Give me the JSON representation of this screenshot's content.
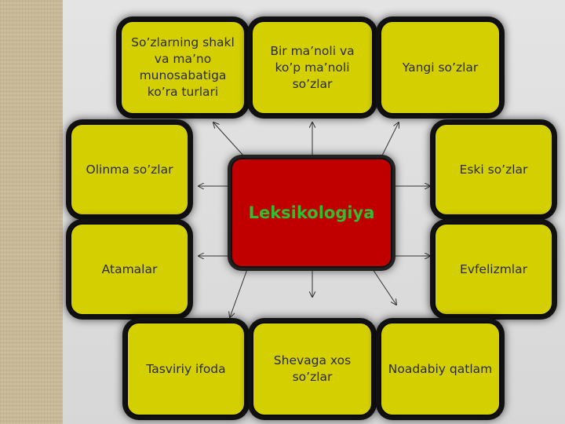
{
  "diagram": {
    "center": "Leksikologiya",
    "nodes": [
      "So’zlarning shakl va ma’no munosabatiga ko’ra turlari",
      "Bir ma’noli va ko’p ma’noli so’zlar",
      "Yangi so’zlar",
      "Olinma so’zlar",
      "Eski so’zlar",
      "Atamalar",
      "Evfelizmlar",
      "Tasviriy ifoda",
      "Shevaga xos so’zlar",
      "Noadabiy qatlam"
    ]
  },
  "colors": {
    "node_fill": "#d4cf00",
    "center_fill": "#c00000",
    "center_text": "#2fbf2f",
    "background": "#dcdcdc",
    "side_strip": "#c8b895"
  }
}
